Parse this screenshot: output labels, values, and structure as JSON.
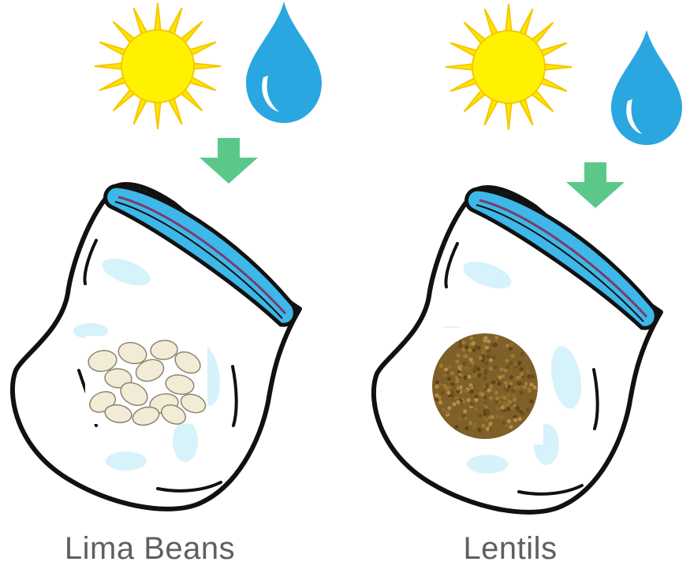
{
  "panels": [
    {
      "label": "Lima Beans",
      "seed_type": "lima-beans",
      "icons": [
        "sun-icon",
        "water-drop-icon",
        "down-arrow-icon",
        "zip-bag-icon"
      ]
    },
    {
      "label": "Lentils",
      "seed_type": "lentils",
      "icons": [
        "sun-icon",
        "water-drop-icon",
        "down-arrow-icon",
        "zip-bag-icon"
      ]
    }
  ],
  "colors": {
    "sun_rays": "#FFD800",
    "sun_core": "#FFF200",
    "water": "#2AA7E0",
    "arrow": "#5BC88A",
    "bag_seal": "#3DB8E8",
    "bag_outline": "#111111",
    "bag_shine": "#D6F2FB",
    "bean": "#F2ECD6",
    "lentil": "#8A6A2E",
    "label_text": "#5F5F5F"
  }
}
